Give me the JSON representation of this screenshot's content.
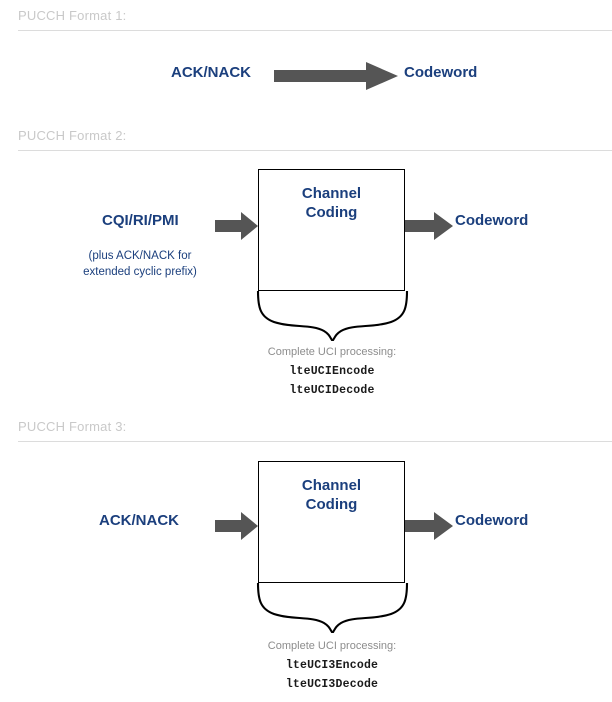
{
  "colors": {
    "header_text": "#c9c9c9",
    "rule": "#dcdcdc",
    "navy": "#1b3f7d",
    "arrow_gray": "#555555",
    "box_border": "#000000",
    "caption_gray": "#8d8d8d",
    "mono_text": "#1a1a1a",
    "background": "#ffffff"
  },
  "sections": [
    {
      "header": "PUCCH Format 1:",
      "input_label": "ACK/NACK",
      "output_label": "Codeword",
      "has_box": false,
      "box_label_line1": "",
      "box_label_line2": "",
      "sublabel_line1": "",
      "sublabel_line2": "",
      "caption": "",
      "functions": []
    },
    {
      "header": "PUCCH Format 2:",
      "input_label": "CQI/RI/PMI",
      "output_label": "Codeword",
      "has_box": true,
      "box_label_line1": "Channel",
      "box_label_line2": "Coding",
      "sublabel_line1": "(plus ACK/NACK for",
      "sublabel_line2": "extended cyclic prefix)",
      "caption": "Complete UCI processing:",
      "functions": [
        "lteUCIEncode",
        "lteUCIDecode"
      ]
    },
    {
      "header": "PUCCH Format 3:",
      "input_label": "ACK/NACK",
      "output_label": "Codeword",
      "has_box": true,
      "box_label_line1": "Channel",
      "box_label_line2": "Coding",
      "sublabel_line1": "",
      "sublabel_line2": "",
      "caption": "Complete UCI processing:",
      "functions": [
        "lteUCI3Encode",
        "lteUCI3Decode"
      ]
    }
  ],
  "icons": {
    "arrow": "right-block-arrow-icon",
    "brace": "curly-brace-down-icon"
  }
}
